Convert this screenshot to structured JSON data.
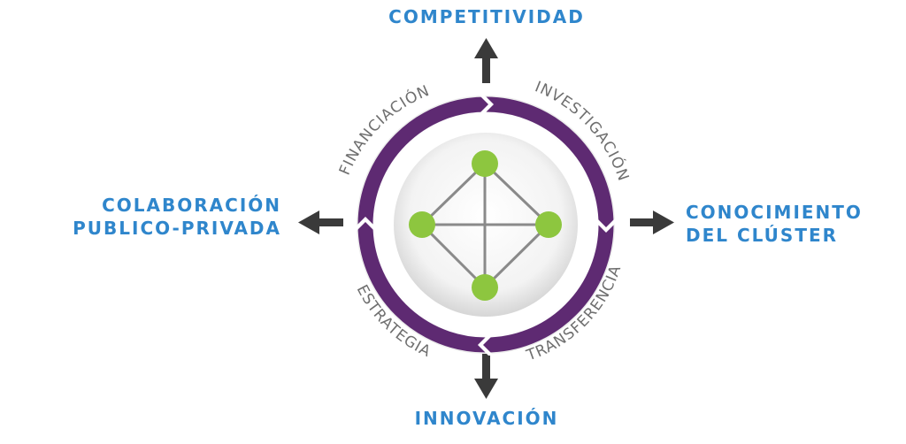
{
  "outer_labels": {
    "top": [
      "COMPETITIVIDAD"
    ],
    "bottom": [
      "INNOVACIÓN"
    ],
    "left": [
      "COLABORACIÓN",
      "PUBLICO-PRIVADA"
    ],
    "right": [
      "CONOCIMIENTO",
      "DEL CLÚSTER"
    ]
  },
  "ring_labels": {
    "top_left": "FINANCIACIÓN",
    "top_right": "INVESTIGACIÓN",
    "bottom_right": "TRANSFERENCIA",
    "bottom_left": "ESTRATEGIA"
  },
  "colors": {
    "label_blue": "#2f86cc",
    "ring_purple": "#5e2a72",
    "node_green": "#8dc63f",
    "arrow_dark": "#3a3a3a",
    "edge_gray": "#8a8a8a"
  }
}
